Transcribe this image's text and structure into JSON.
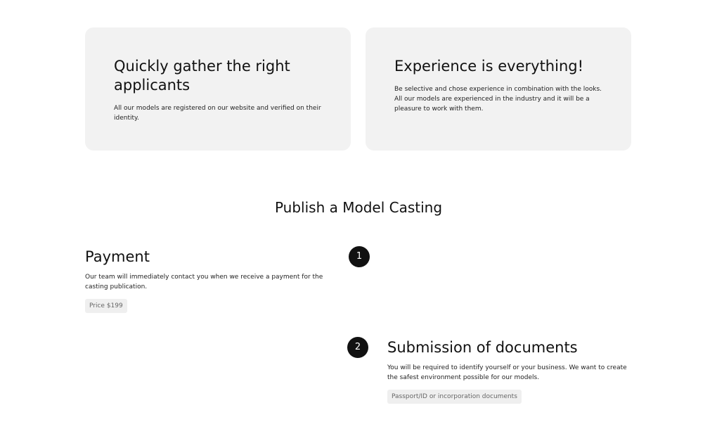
{
  "features": [
    {
      "title": "Quickly gather the right applicants",
      "description": "All our models are registered on our website and verified on their identity."
    },
    {
      "title": "Experience is everything!",
      "description": "Be selective and chose experience in combination with the looks. All our models are experienced in the industry and it will be a pleasure to work with them."
    }
  ],
  "section": {
    "title": "Publish a Model Casting"
  },
  "steps": [
    {
      "number": "1",
      "title": "Payment",
      "description": "Our team will immediately contact you when we receive a payment for the casting publication.",
      "tag": "Price $199"
    },
    {
      "number": "2",
      "title": "Submission of documents",
      "description": "You will be required to identify yourself or your business. We want to create the safest environment possible for our models.",
      "tag": "Passport/ID or incorporation documents"
    }
  ]
}
